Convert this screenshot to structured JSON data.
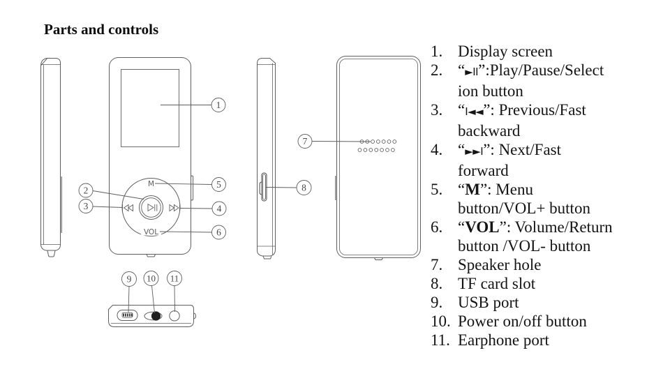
{
  "page": {
    "title": "Parts and controls"
  },
  "colors": {
    "background": "#ffffff",
    "line": "#5e5e5e",
    "text": "#141414",
    "callout_text": "#474747",
    "switch_knob": "#1f1f1f"
  },
  "diagram": {
    "labels": {
      "menu": "M",
      "volume": "VOL"
    },
    "callouts": [
      {
        "num": "1"
      },
      {
        "num": "2"
      },
      {
        "num": "3"
      },
      {
        "num": "4"
      },
      {
        "num": "5"
      },
      {
        "num": "6"
      },
      {
        "num": "7"
      },
      {
        "num": "8"
      },
      {
        "num": "9"
      },
      {
        "num": "10"
      },
      {
        "num": "11"
      }
    ]
  },
  "parts_list": {
    "items": [
      {
        "num": "1.",
        "lines": [
          [
            {
              "t": "Display screen"
            }
          ]
        ]
      },
      {
        "num": "2.",
        "lines": [
          [
            {
              "t": "“"
            },
            {
              "t": "►II",
              "style": "sym"
            },
            {
              "t": "”:Play/Pause/Select"
            }
          ],
          [
            {
              "t": "ion button"
            }
          ]
        ]
      },
      {
        "num": "3.",
        "lines": [
          [
            {
              "t": "“"
            },
            {
              "t": "I◄◄",
              "style": "sym"
            },
            {
              "t": "”: Previous/Fast"
            }
          ],
          [
            {
              "t": "backward"
            }
          ]
        ]
      },
      {
        "num": "4.",
        "lines": [
          [
            {
              "t": "“"
            },
            {
              "t": "►►I",
              "style": "sym"
            },
            {
              "t": "”: Next/Fast"
            }
          ],
          [
            {
              "t": "forward"
            }
          ]
        ]
      },
      {
        "num": "5.",
        "lines": [
          [
            {
              "t": "“"
            },
            {
              "t": "M",
              "style": "bold"
            },
            {
              "t": "”: Menu"
            }
          ],
          [
            {
              "t": "button/VOL+ button"
            }
          ]
        ]
      },
      {
        "num": "6.",
        "lines": [
          [
            {
              "t": "“"
            },
            {
              "t": "VOL",
              "style": "bold"
            },
            {
              "t": "”: Volume/Return"
            }
          ],
          [
            {
              "t": "button /VOL- button"
            }
          ]
        ]
      },
      {
        "num": "7.",
        "lines": [
          [
            {
              "t": "Speaker hole"
            }
          ]
        ]
      },
      {
        "num": "8.",
        "lines": [
          [
            {
              "t": "TF card slot"
            }
          ]
        ]
      },
      {
        "num": "9.",
        "lines": [
          [
            {
              "t": "USB port"
            }
          ]
        ]
      },
      {
        "num": "10.",
        "lines": [
          [
            {
              "t": "Power on/off button"
            }
          ]
        ]
      },
      {
        "num": "11.",
        "lines": [
          [
            {
              "t": "Earphone port"
            }
          ]
        ]
      }
    ]
  }
}
